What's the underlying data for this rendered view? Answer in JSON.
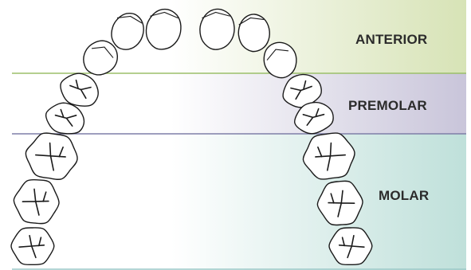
{
  "regions": [
    {
      "key": "anterior",
      "label": "ANTERIOR",
      "color": "#d7e3b6",
      "line_color": "#9bbf6a"
    },
    {
      "key": "premolar",
      "label": "PREMOLAR",
      "color": "#c9c5da",
      "line_color": "#7f7fa8"
    },
    {
      "key": "molar",
      "label": "MOLAR",
      "color": "#bfe0da",
      "line_color": "#9cc9c8"
    }
  ],
  "teeth": {
    "anterior": {
      "count": 6
    },
    "canines": {
      "count": 2
    },
    "premolar": {
      "count": 4
    },
    "molar": {
      "count": 6
    }
  }
}
